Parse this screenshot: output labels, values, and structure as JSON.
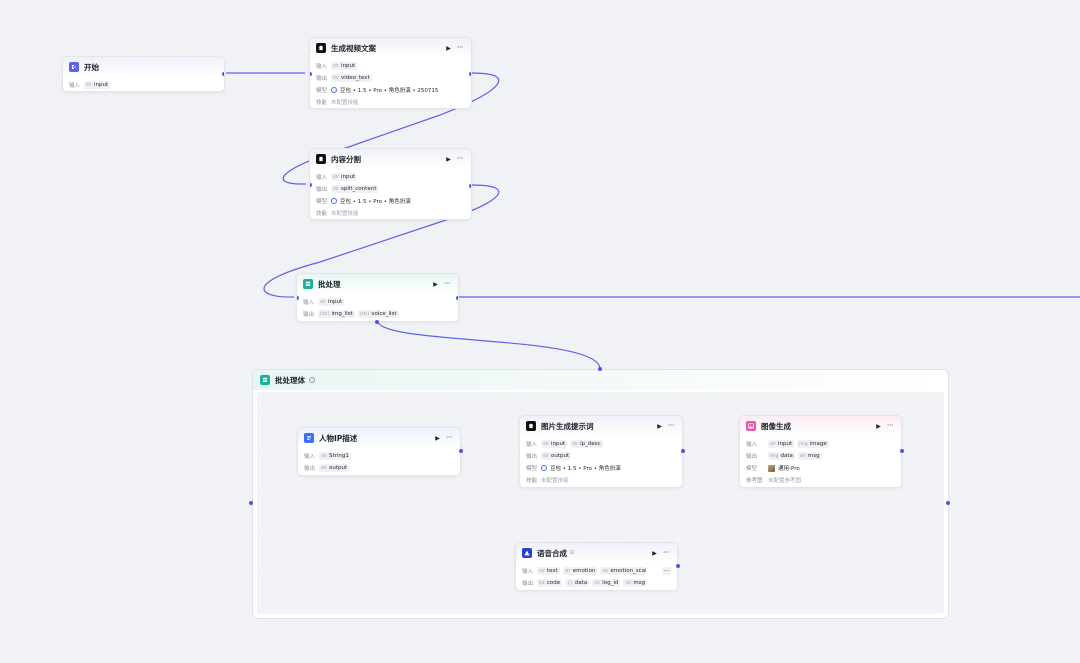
{
  "labels": {
    "input": "输入",
    "output": "输出",
    "model": "模型",
    "skill": "技能",
    "reference": "参考图",
    "skill_unset": "未配置技能",
    "reference_unset": "未配置参考图"
  },
  "colors": {
    "edge": "#5b63e6",
    "start_icon": "#5b63e6",
    "llm_icon": "#111111",
    "batch_icon": "#19b39b",
    "image_icon": "#e85aa8",
    "desc_icon": "#3a6ef5",
    "tts_icon": "#2b3fd6"
  },
  "nodes": {
    "start": {
      "title": "开始",
      "icon": "play-flow-icon",
      "input": {
        "type": "str",
        "name": "input"
      }
    },
    "gen_copy": {
      "title": "生成视频文案",
      "icon": "llm-icon",
      "input": {
        "type": "str",
        "name": "input"
      },
      "output": {
        "type": "str",
        "name": "video_text"
      },
      "model": "豆包 • 1.5 • Pro • 角色扮演 • 250715"
    },
    "split": {
      "title": "内容分割",
      "icon": "llm-icon",
      "input": {
        "type": "str",
        "name": "input"
      },
      "output": {
        "type": "str",
        "name": "split_content"
      },
      "model": "豆包 • 1.5 • Pro • 角色扮演"
    },
    "batch": {
      "title": "批处理",
      "icon": "batch-icon",
      "input": {
        "type": "str",
        "name": "input"
      },
      "outputs": [
        {
          "type": "[str]",
          "name": "img_list"
        },
        {
          "type": "[str]",
          "name": "voice_list"
        }
      ]
    },
    "person_desc": {
      "title": "人物IP描述",
      "icon": "text-doc-icon",
      "input": {
        "type": "str",
        "name": "String1"
      },
      "output": {
        "type": "str",
        "name": "output"
      }
    },
    "img_prompt": {
      "title": "图片生成提示词",
      "icon": "llm-icon",
      "inputs": [
        {
          "type": "str",
          "name": "input"
        },
        {
          "type": "str",
          "name": "ip_desc"
        }
      ],
      "output": {
        "type": "str",
        "name": "output"
      },
      "model": "豆包 • 1.5 • Pro • 角色扮演"
    },
    "img_gen": {
      "title": "图像生成",
      "icon": "image-icon",
      "inputs": [
        {
          "type": "str",
          "name": "input"
        },
        {
          "type": "img",
          "name": "image"
        }
      ],
      "outputs": [
        {
          "type": "img",
          "name": "data"
        },
        {
          "type": "str",
          "name": "msg"
        }
      ],
      "model": "通用-Pro"
    },
    "tts": {
      "title": "语音合成",
      "icon": "tts-icon",
      "inputs": [
        {
          "type": "str",
          "name": "text"
        },
        {
          "type": "str",
          "name": "emotion"
        },
        {
          "type": "str",
          "name": "emotion_scale"
        }
      ],
      "outputs": [
        {
          "type": "int",
          "name": "code"
        },
        {
          "type": "{}",
          "name": "data"
        },
        {
          "type": "str",
          "name": "log_id"
        },
        {
          "type": "str",
          "name": "msg"
        }
      ]
    }
  },
  "group": {
    "title": "批处理体"
  }
}
